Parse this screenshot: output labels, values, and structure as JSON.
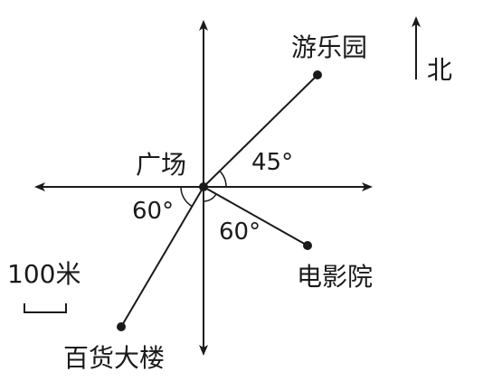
{
  "compass": {
    "label": "北"
  },
  "center": {
    "label": "广场"
  },
  "places": [
    {
      "key": "amusement-park",
      "label": "游乐园"
    },
    {
      "key": "cinema",
      "label": "电影院"
    },
    {
      "key": "department-store",
      "label": "百货大楼"
    }
  ],
  "angles": [
    {
      "key": "amusement-park",
      "label": "45°",
      "degrees": 45
    },
    {
      "key": "cinema",
      "label": "60°",
      "degrees": 60
    },
    {
      "key": "department-store",
      "label": "60°",
      "degrees": 60
    }
  ],
  "scale": {
    "label": "100米"
  },
  "colors": {
    "ink": "#1a1a1a"
  }
}
